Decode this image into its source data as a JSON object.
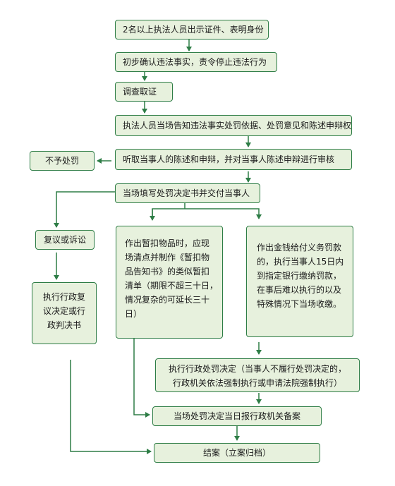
{
  "flowchart": {
    "s1": "2名以上执法人员出示证件、表明身份",
    "s2": "初步确认违法事实，责令停止违法行为",
    "s3": "调查取证",
    "s4": "执法人员当场告知违法事实处罚依据、处罚意见和陈述申辩权",
    "s5": "听取当事人的陈述和申辩，并对当事人陈述申辩进行审核",
    "no_penalty": "不予处罚",
    "s6": "当场填写处罚决定书并交付当事人",
    "review": "复议或诉讼",
    "execute_review": [
      "执行行政复",
      "议决定或行",
      "政判决书"
    ],
    "seize": [
      "作出暂扣物品时，应现",
      "场清点并制作《暂扣物",
      "品告知书》的类似暂扣",
      "清单（期限不超三十日，",
      "情况复杂的可延长三十",
      "日）"
    ],
    "fine": [
      "作出金钱给付义务罚款",
      "的，执行当事人15日内",
      "到指定银行缴纳罚款，",
      "在事后难以执行的以及",
      "特殊情况下当场收缴。"
    ],
    "enforce": [
      "执行行政处罚决定（当事人不履行处罚决定的，",
      "行政机关依法强制执行或申请法院强制执行）"
    ],
    "file": "当场处罚决定当日报行政机关备案",
    "close": "结案（立案归档）"
  },
  "colors": {
    "line": "#2e7d46",
    "box_fill": "#e7f1dd"
  }
}
